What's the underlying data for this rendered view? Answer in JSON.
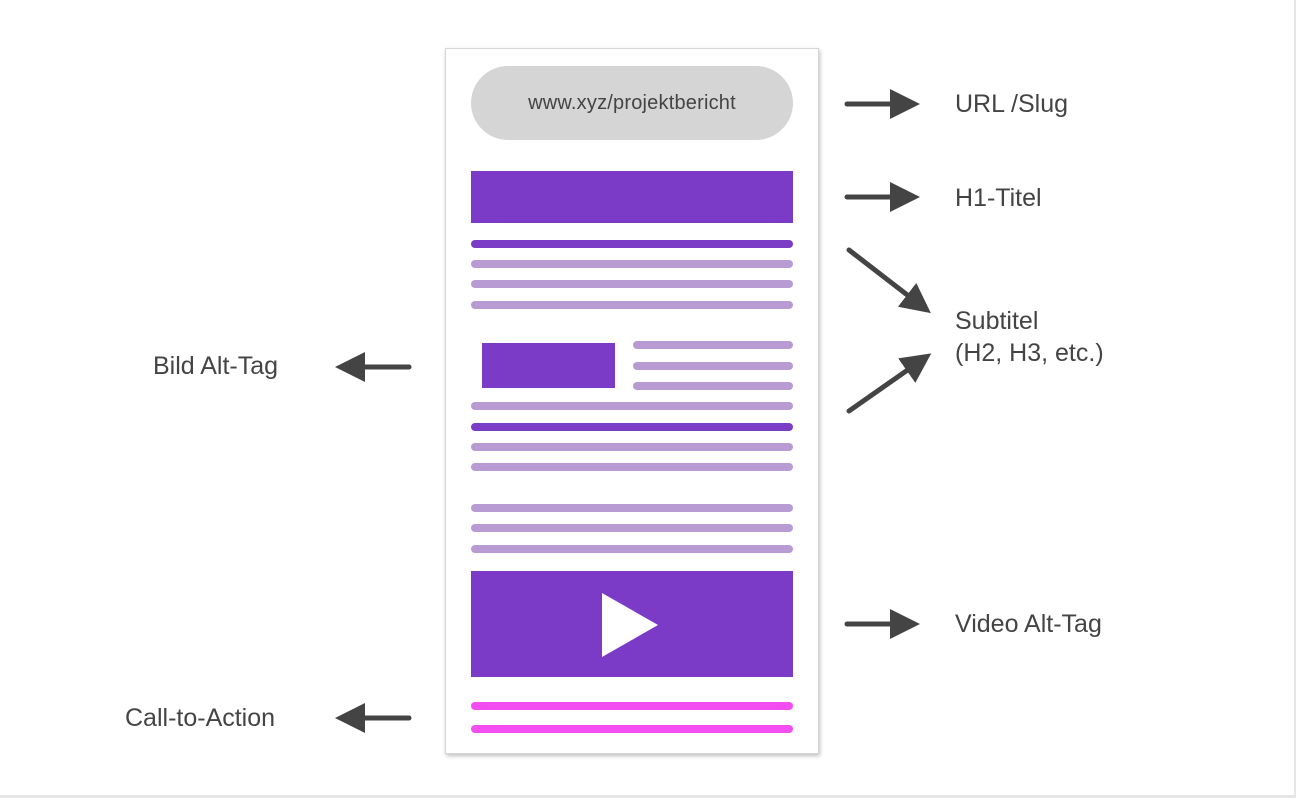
{
  "url_bar": {
    "text": "www.xyz/projektbericht"
  },
  "labels": {
    "url_slug": "URL /Slug",
    "h1_titel": "H1-Titel",
    "subtitel_line1": "Subtitel",
    "subtitel_line2": "(H2, H3, etc.)",
    "bild_alt_tag": "Bild Alt-Tag",
    "video_alt_tag": "Video Alt-Tag",
    "call_to_action": "Call-to-Action"
  },
  "colors": {
    "primary_purple": "#7c3bc7",
    "light_purple": "#b89bd3",
    "cta_pink": "#f34ef2",
    "url_bar_gray": "#d5d5d5",
    "arrow_gray": "#444444"
  },
  "icons": {
    "play": "play-icon",
    "arrow": "arrow-icon"
  }
}
